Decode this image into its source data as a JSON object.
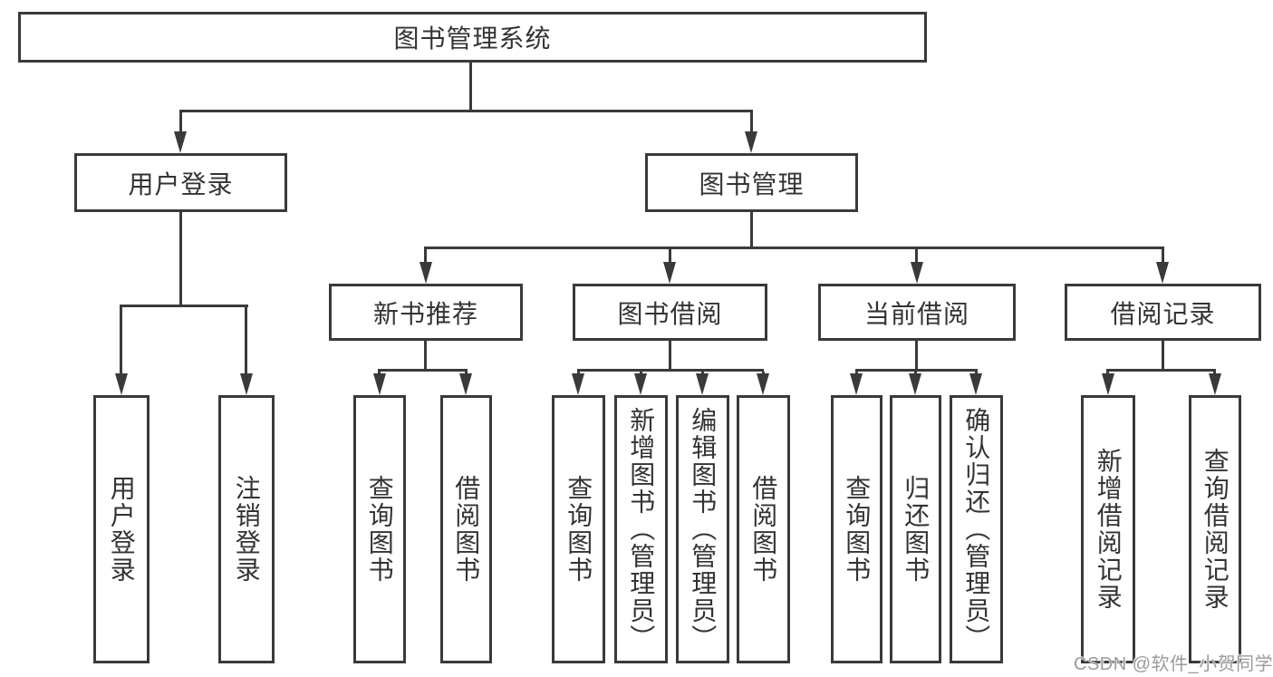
{
  "diagram": {
    "root": {
      "label": "图书管理系统"
    },
    "level2": [
      {
        "label": "用户登录",
        "children": [
          {
            "label": "用户登录"
          },
          {
            "label": "注销登录"
          }
        ]
      },
      {
        "label": "图书管理",
        "children": [
          {
            "label": "新书推荐",
            "children": [
              {
                "label": "查询图书"
              },
              {
                "label": "借阅图书"
              }
            ]
          },
          {
            "label": "图书借阅",
            "children": [
              {
                "label": "查询图书"
              },
              {
                "label": "新增图书（管理员）"
              },
              {
                "label": "编辑图书（管理员）"
              },
              {
                "label": "借阅图书"
              }
            ]
          },
          {
            "label": "当前借阅",
            "children": [
              {
                "label": "查询图书"
              },
              {
                "label": "归还图书"
              },
              {
                "label": "确认归还（管理员）"
              }
            ]
          },
          {
            "label": "借阅记录",
            "children": [
              {
                "label": "新增借阅记录"
              },
              {
                "label": "查询借阅记录"
              }
            ]
          }
        ]
      }
    ]
  },
  "watermark": {
    "text": "CSDN @软件_小贺同学"
  },
  "colors": {
    "line": "#3a3a3a",
    "text": "#333333",
    "watermark": "#9b9b9b",
    "background": "#ffffff"
  }
}
